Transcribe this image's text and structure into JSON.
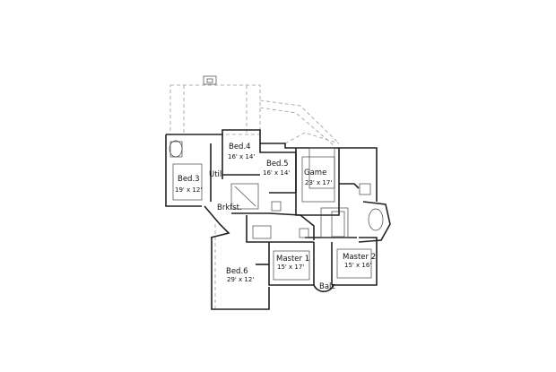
{
  "rooms": {
    "bed3": {
      "name": "Bed.3",
      "size": "19' x 12'"
    },
    "bed4": {
      "name": "Bed.4",
      "size": "16' x 14'"
    },
    "bed5": {
      "name": "Bed.5",
      "size": "16' x 14'"
    },
    "game": {
      "name": "Game",
      "size": "23' x 17'"
    },
    "util": {
      "name": "Util"
    },
    "brkfst": {
      "name": "Brkfst."
    },
    "master1": {
      "name": "Master 1",
      "size": "15' x 17'"
    },
    "master2": {
      "name": "Master 2",
      "size": "15' x 16'"
    },
    "bed6": {
      "name": "Bed.6",
      "size": "29' x 12'"
    },
    "balc": {
      "name": "Balc"
    }
  }
}
